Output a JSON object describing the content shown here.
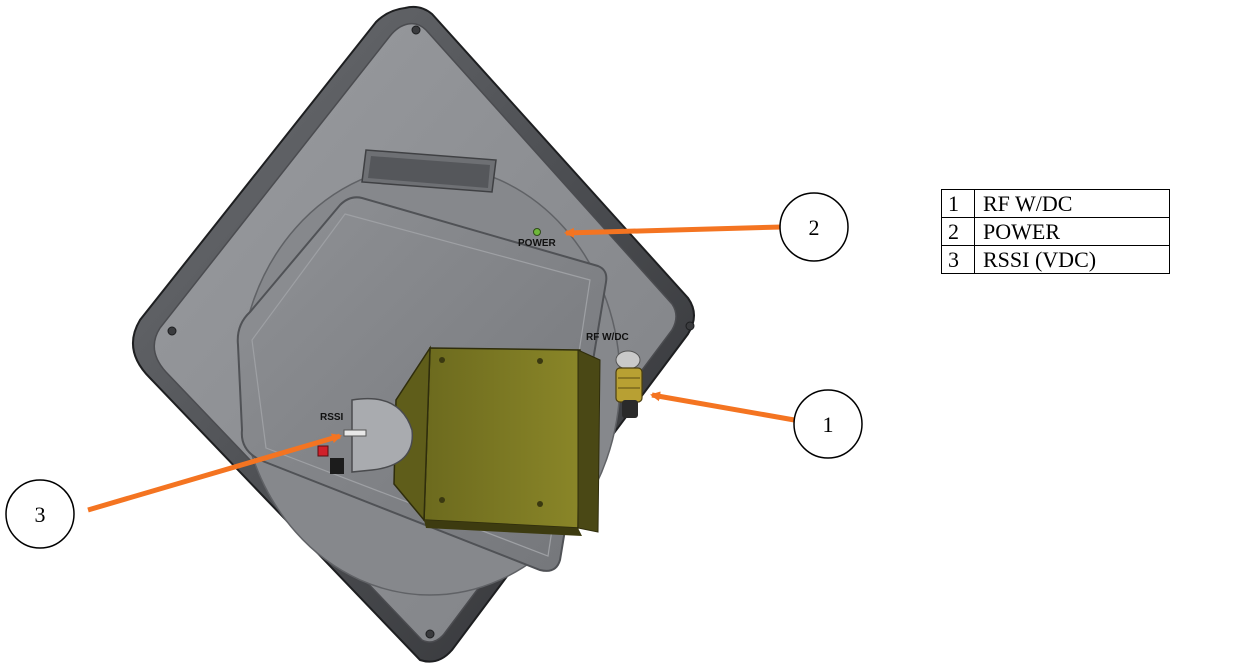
{
  "device": {
    "power_label": "POWER",
    "rf_label": "RF W/DC",
    "rssi_label": "RSSI"
  },
  "callouts": [
    {
      "number": "2"
    },
    {
      "number": "1"
    },
    {
      "number": "3"
    }
  ],
  "legend": [
    {
      "number": "1",
      "label": "RF W/DC"
    },
    {
      "number": "2",
      "label": "POWER"
    },
    {
      "number": "3",
      "label": "RSSI (VDC)"
    }
  ],
  "colors": {
    "arrow": "#f47421",
    "housing": "#8d8f93",
    "bracket": "#7d7a24",
    "connector": "#b8a033",
    "power_led": "#6fb83a",
    "rssi_red": "#d0202a"
  }
}
